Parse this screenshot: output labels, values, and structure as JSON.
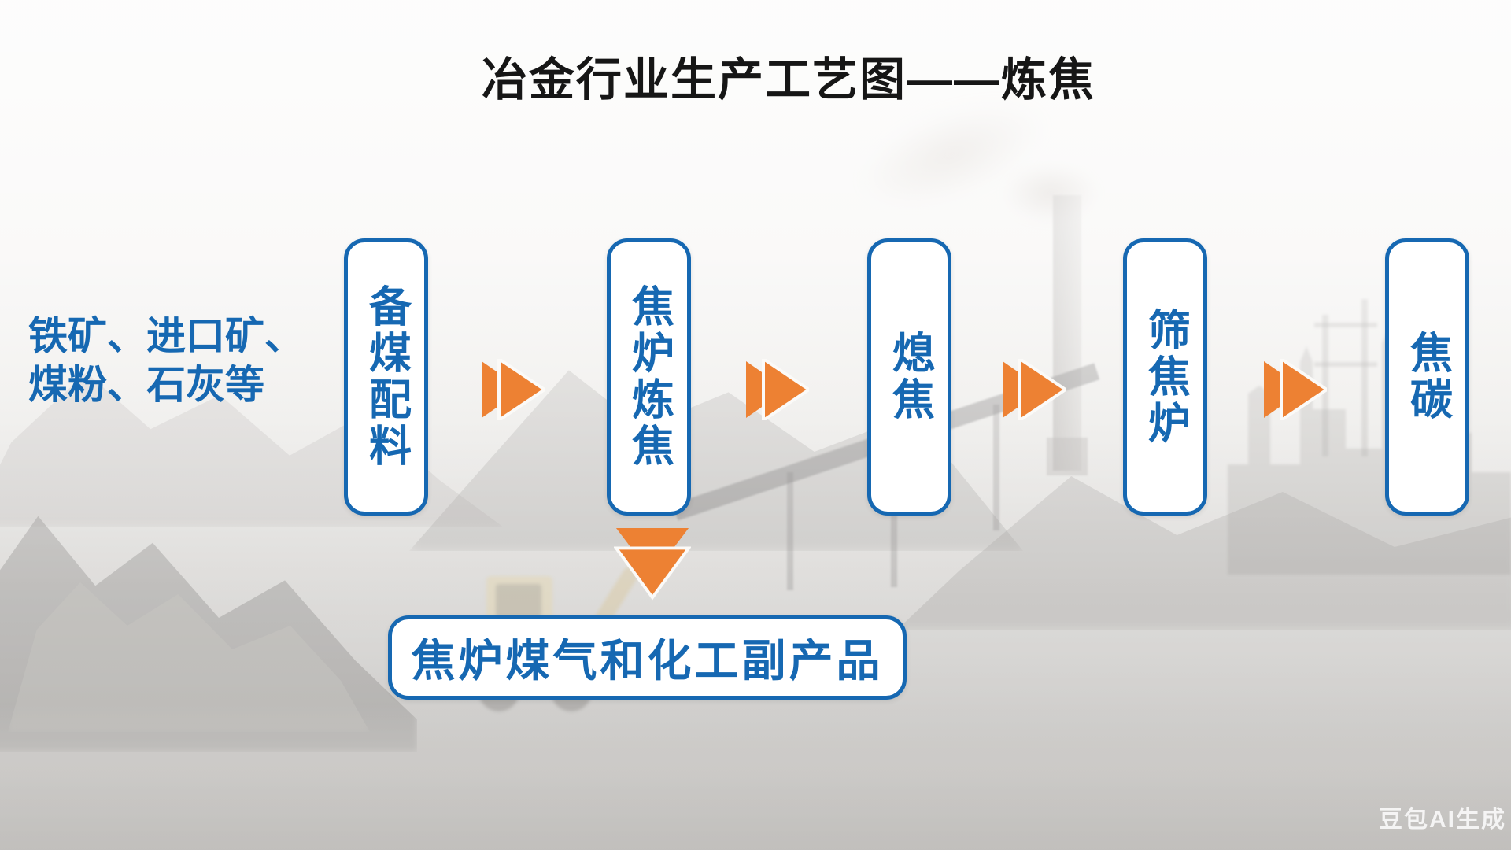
{
  "title": "冶金行业生产工艺图——炼焦",
  "inputs_label": {
    "line1": "铁矿、进口矿、",
    "line2": "煤粉、石灰等"
  },
  "flow_steps": [
    {
      "label": "备煤配料"
    },
    {
      "label": "焦炉炼焦"
    },
    {
      "label": "熄焦"
    },
    {
      "label": "筛焦炉"
    },
    {
      "label": "焦碳"
    }
  ],
  "byproduct_box": {
    "label": "焦炉煤气和化工副产品"
  },
  "watermark": {
    "label": "豆包AI生成"
  },
  "icons": {
    "right_arrow": "double-chevron-right",
    "down_arrow": "double-chevron-down"
  },
  "colors": {
    "accent_blue": "#1668B2",
    "arrow_orange": "#ED8133",
    "title_ink": "#161616",
    "box_background": "#FFFFFF"
  }
}
